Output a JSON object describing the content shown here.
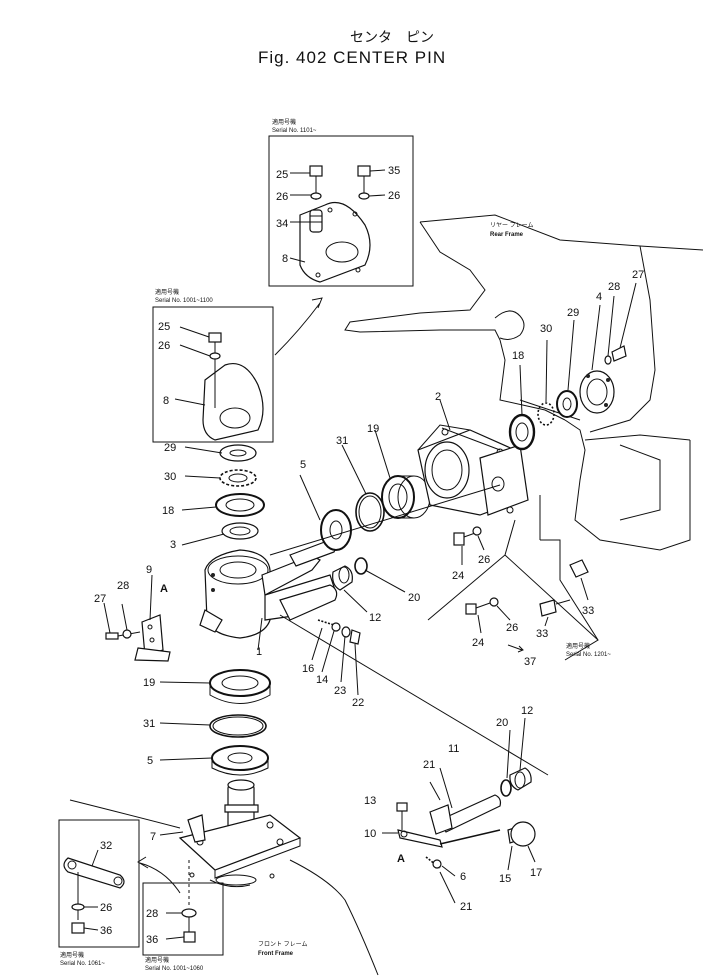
{
  "title": {
    "jp": "センタ　ピン",
    "en": "Fig. 402   CENTER PIN"
  },
  "insets": {
    "serial_1101": {
      "jp": "適用号機",
      "serial": "Serial No. 1101~"
    },
    "serial_1001_1100": {
      "jp": "適用号機",
      "serial": "Serial No. 1001~1100"
    },
    "serial_1201": {
      "jp": "適用号機",
      "serial": "Serial No. 1201~"
    },
    "serial_1061": {
      "jp": "適用号機",
      "serial": "Serial No. 1061~"
    },
    "serial_1001_1060": {
      "jp": "適用号機",
      "serial": "Serial No. 1001~1060"
    }
  },
  "frames": {
    "rear": {
      "jp": "リヤー フレーム",
      "en": "Rear Frame"
    },
    "front": {
      "jp": "フロント フレーム",
      "en": "Front Frame"
    }
  },
  "section_marks": [
    "A",
    "A"
  ],
  "part_labels": [
    {
      "id": "25",
      "n": "25"
    },
    {
      "id": "26",
      "n": "26"
    },
    {
      "id": "34",
      "n": "34"
    },
    {
      "id": "8",
      "n": "8"
    },
    {
      "id": "35",
      "n": "35"
    },
    {
      "id": "26b",
      "n": "26"
    },
    {
      "id": "25b",
      "n": "25"
    },
    {
      "id": "26c",
      "n": "26"
    },
    {
      "id": "8b",
      "n": "8"
    },
    {
      "id": "29",
      "n": "29"
    },
    {
      "id": "30",
      "n": "30"
    },
    {
      "id": "18",
      "n": "18"
    },
    {
      "id": "3",
      "n": "3"
    },
    {
      "id": "27",
      "n": "27"
    },
    {
      "id": "28",
      "n": "28"
    },
    {
      "id": "9",
      "n": "9"
    },
    {
      "id": "19",
      "n": "19"
    },
    {
      "id": "31",
      "n": "31"
    },
    {
      "id": "5",
      "n": "5"
    },
    {
      "id": "7",
      "n": "7"
    },
    {
      "id": "1",
      "n": "1"
    },
    {
      "id": "5b",
      "n": "5"
    },
    {
      "id": "31b",
      "n": "31"
    },
    {
      "id": "19b",
      "n": "19"
    },
    {
      "id": "2",
      "n": "2"
    },
    {
      "id": "12",
      "n": "12"
    },
    {
      "id": "20",
      "n": "20"
    },
    {
      "id": "16",
      "n": "16"
    },
    {
      "id": "14",
      "n": "14"
    },
    {
      "id": "23",
      "n": "23"
    },
    {
      "id": "22",
      "n": "22"
    },
    {
      "id": "24",
      "n": "24"
    },
    {
      "id": "26d",
      "n": "26"
    },
    {
      "id": "24b",
      "n": "24"
    },
    {
      "id": "26e",
      "n": "26"
    },
    {
      "id": "33",
      "n": "33"
    },
    {
      "id": "33b",
      "n": "33"
    },
    {
      "id": "37",
      "n": "37"
    },
    {
      "id": "18b",
      "n": "18"
    },
    {
      "id": "30b",
      "n": "30"
    },
    {
      "id": "29b",
      "n": "29"
    },
    {
      "id": "4",
      "n": "4"
    },
    {
      "id": "28b",
      "n": "28"
    },
    {
      "id": "27b",
      "n": "27"
    },
    {
      "id": "21",
      "n": "21"
    },
    {
      "id": "11",
      "n": "11"
    },
    {
      "id": "20b",
      "n": "20"
    },
    {
      "id": "12b",
      "n": "12"
    },
    {
      "id": "13",
      "n": "13"
    },
    {
      "id": "10",
      "n": "10"
    },
    {
      "id": "6",
      "n": "6"
    },
    {
      "id": "21b",
      "n": "21"
    },
    {
      "id": "15",
      "n": "15"
    },
    {
      "id": "17",
      "n": "17"
    },
    {
      "id": "32",
      "n": "32"
    },
    {
      "id": "26f",
      "n": "26"
    },
    {
      "id": "36",
      "n": "36"
    },
    {
      "id": "28c",
      "n": "28"
    },
    {
      "id": "36b",
      "n": "36"
    }
  ]
}
